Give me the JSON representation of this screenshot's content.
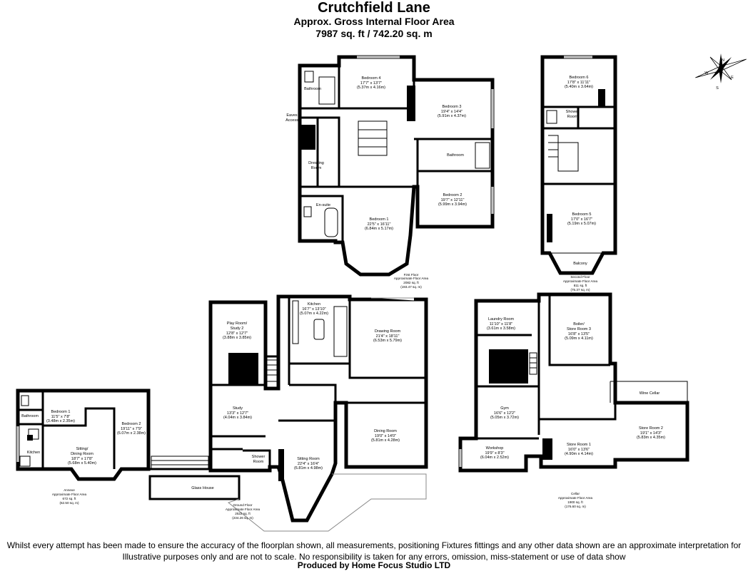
{
  "header": {
    "title": "Crutchfield Lane",
    "line1": "Approx. Gross Internal Floor Area",
    "line2": "7987 sq. ft / 742.20 sq. m"
  },
  "compass": {
    "labels": [
      "N",
      "E",
      "S",
      "W"
    ]
  },
  "floors": {
    "first": {
      "area_lines": [
        "First Floor",
        "Approximate Floor Area",
        "2082 sq. ft",
        "(193.47 sq. m)"
      ],
      "rooms": {
        "bathroom": [
          "Bathroom"
        ],
        "eaves": [
          "Eaves",
          "Access"
        ],
        "dressing": [
          "Dressing",
          "Room"
        ],
        "ensuite": [
          "En-suite"
        ],
        "bedroom4": [
          "Bedroom 4",
          "17'7\" x 13'7\"",
          "(5.37m x 4.16m)"
        ],
        "bedroom3": [
          "Bedroom 3",
          "19'4\" x 14'4\"",
          "(5.91m x 4.37m)"
        ],
        "bathroom2": [
          "Bathroom"
        ],
        "bedroom2": [
          "Bedroom 2",
          "19'7\" x 12'11\"",
          "(5.99m x 3.94m)"
        ],
        "bedroom1": [
          "Bedroom 1",
          "22'5\" x 16'11\"",
          "(6.84m x 5.17m)"
        ]
      }
    },
    "second": {
      "area_lines": [
        "Second Floor",
        "Approximate Floor Area",
        "811 sq. ft",
        "(75.37 sq. m)"
      ],
      "rooms": {
        "bedroom6": [
          "Bedroom 6",
          "17'8\" x 11'11\"",
          "(5.40m x 3.64m)"
        ],
        "shower": [
          "Shower",
          "Room"
        ],
        "bedroom5": [
          "Bedroom 5",
          "17'0\" x 16'7\"",
          "(5.19m x 5.07m)"
        ],
        "balcony": [
          "Balcony"
        ]
      }
    },
    "ground": {
      "area_lines": [
        "Ground Floor",
        "Approximate Floor Area",
        "2522 sq. ft",
        "(234.26 sq. m)"
      ],
      "rooms": {
        "kitchen": [
          "Kitchen",
          "16'7\" x 13'10\"",
          "(5.07m x 4.22m)"
        ],
        "playroom": [
          "Play Room/",
          "Study 2",
          "12'8\" x 12'7\"",
          "(3.88m x 3.85m)"
        ],
        "drawing": [
          "Drawing Room",
          "21'4\" x 18'11\"",
          "(6.53m x 5.79m)"
        ],
        "study": [
          "Study",
          "13'3\" x 12'7\"",
          "(4.04m x 3.84m)"
        ],
        "dining": [
          "Dining Room",
          "19'0\" x 14'0\"",
          "(5.81m x 4.28m)"
        ],
        "shower": [
          "Shower",
          "Room"
        ],
        "sitting": [
          "Sitting Room",
          "22'4\" x 16'4\"",
          "(6.81m x 4.98m)"
        ],
        "glasshouse": [
          "Glass House"
        ]
      }
    },
    "annexe": {
      "area_lines": [
        "Annexe",
        "Approximate Floor Area",
        "672 sq. ft",
        "(62.50 sq. m)"
      ],
      "rooms": {
        "bedroom1": [
          "Bedroom 1",
          "11'5\" x 7'8\"",
          "(3.48m x 2.35m)"
        ],
        "bathroom": [
          "Bathroom"
        ],
        "kitchen": [
          "Kitchen"
        ],
        "sitting": [
          "Sitting/",
          "Dining Room",
          "18'7\" x 17'8\"",
          "(5.68m x 5.40m)"
        ],
        "bedroom2": [
          "Bedroom 2",
          "19'11\" x 7'9\"",
          "(6.07m x 2.38m)"
        ]
      }
    },
    "cellar": {
      "area_lines": [
        "Cellar",
        "Approximate Floor Area",
        "1900 sq. ft",
        "(176.60 sq. m)"
      ],
      "rooms": {
        "laundry": [
          "Laundry Room",
          "11'10\" x 11'8\"",
          "(3.61m x 3.58m)"
        ],
        "boiler": [
          "Boiler/",
          "Store Room 3",
          "16'8\" x 13'5\"",
          "(5.09m x 4.11m)"
        ],
        "winecellar": [
          "Wine Cellar"
        ],
        "gym": [
          "Gym",
          "16'6\" x 12'2\"",
          "(5.05m x 3.72m)"
        ],
        "store1": [
          "Store Room 1",
          "16'0\" x 13'6\"",
          "(4.90m x 4.14m)"
        ],
        "store2": [
          "Store Room 2",
          "19'1\" x 14'3\"",
          "(5.83m x 4.35m)"
        ],
        "workshop": [
          "Workshop",
          "19'9\" x 8'3\"",
          "(6.04m x 2.52m)"
        ]
      }
    }
  },
  "footer": {
    "disclaimer_1": "Whilst every attempt has been made to ensure the accuracy of the floorplan shown, all measurements, positioning Fixtures fittings and any other data shown are an approximate interpretation for",
    "disclaimer_2": "Illustrative purposes only  and are not to scale. No responsibility is taken for any errors, omission, miss-statement or use of data show",
    "produced_by": "Produced by Home Focus Studio LTD"
  }
}
